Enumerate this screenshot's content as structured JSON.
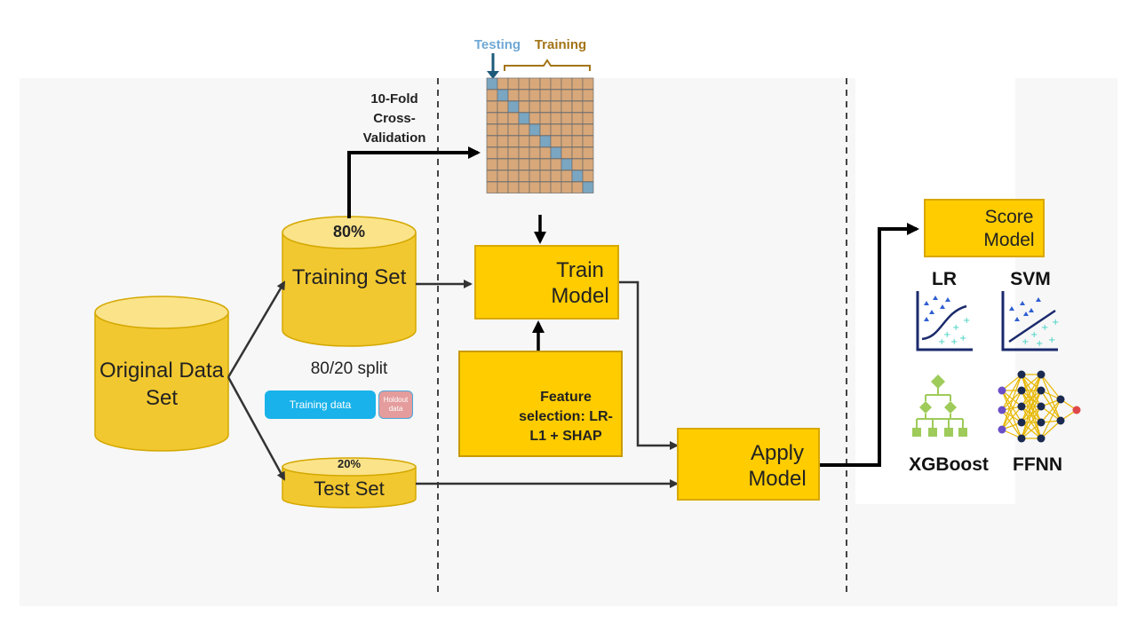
{
  "cv": {
    "testing_label": "Testing",
    "training_label": "Training",
    "method_label": "10-Fold Cross-Validation",
    "folds": 10,
    "colors": {
      "testing": "#7aa6c2",
      "training": "#d8a87a",
      "testing_text": "#6fa8d6",
      "training_text": "#a37416"
    }
  },
  "original": {
    "label": "Original Data Set"
  },
  "training_set": {
    "percent": "80%",
    "label": "Training Set"
  },
  "test_set": {
    "percent": "20%",
    "label": "Test Set"
  },
  "split": {
    "label": "80/20 split",
    "training_data": "Training data",
    "holdout_data": "Holdout data",
    "colors": {
      "training": "#19b2ea",
      "holdout": "#e59c9c"
    }
  },
  "train_model": {
    "label": "Train Model",
    "icon": "gears-icon"
  },
  "feature_selection": {
    "label": "Feature selection: LR-L1 + SHAP",
    "icon": "shap-logo-icon"
  },
  "apply_model": {
    "label": "Apply Model",
    "icon": "play-triangle-icon"
  },
  "score_model": {
    "label": "Score Model",
    "icon": "checklist-icon"
  },
  "models": [
    {
      "name": "LR",
      "icon": "logistic-curve-icon"
    },
    {
      "name": "SVM",
      "icon": "svm-boundary-icon"
    },
    {
      "name": "XGBoost",
      "icon": "decision-tree-icon"
    },
    {
      "name": "FFNN",
      "icon": "neural-network-icon"
    }
  ],
  "colors": {
    "yellow": "#ffcc00",
    "cylinder": "#f2c830",
    "cylinder_top": "#fbe38a",
    "arrow": "#333333"
  }
}
